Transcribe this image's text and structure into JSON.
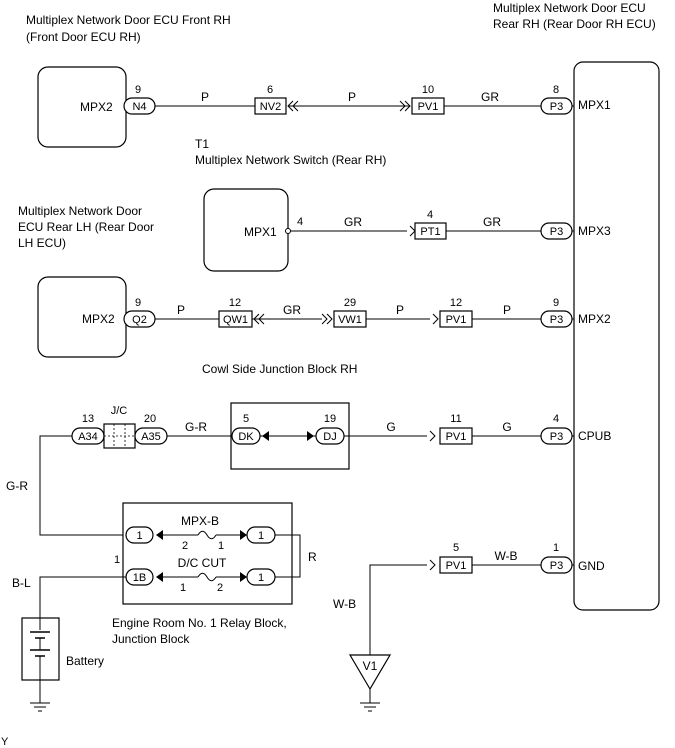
{
  "components": {
    "front_rh_ecu": {
      "title1": "Multiplex Network Door ECU Front RH",
      "title2": "(Front Door ECU RH)",
      "port": "MPX2"
    },
    "rear_rh_ecu": {
      "title1": "Multiplex Network Door ECU",
      "title2": "Rear RH (Rear Door RH ECU)",
      "ports": {
        "mpx1": "MPX1",
        "mpx3": "MPX3",
        "mpx2": "MPX2",
        "cpub": "CPUB",
        "gnd": "GND"
      }
    },
    "switch_t1": {
      "code": "T1",
      "title": "Multiplex Network Switch (Rear RH)",
      "port": "MPX1"
    },
    "rear_lh_ecu": {
      "title1": "Multiplex Network Door",
      "title2": "ECU Rear LH (Rear Door",
      "title3": "LH ECU)",
      "port": "MPX2"
    },
    "cowl_jb": {
      "title": "Cowl Side Junction Block RH"
    },
    "jc": {
      "label": "J/C"
    },
    "relay_block": {
      "title1": "Engine Room No. 1 Relay Block,",
      "title2": "Junction Block",
      "fuse1": "MPX-B",
      "fuse2": "D/C CUT"
    },
    "battery": {
      "label": "Battery"
    },
    "ground": {
      "label": "V1"
    }
  },
  "connectors": {
    "n4": "N4",
    "nv2": "NV2",
    "pv1": "PV1",
    "p3": "P3",
    "pt1": "PT1",
    "q2": "Q2",
    "qw1": "QW1",
    "vw1": "VW1",
    "a34": "A34",
    "a35": "A35",
    "dk": "DK",
    "dj": "DJ",
    "b1": "1",
    "b1b": "1B"
  },
  "pins": {
    "n4": "9",
    "nv2": "6",
    "pv1_a": "10",
    "p3_a": "8",
    "t1": "4",
    "pt1": "4",
    "q2": "9",
    "qw1": "12",
    "vw1": "29",
    "pv1_c": "12",
    "p3_c": "9",
    "a34": "13",
    "a35": "20",
    "dk": "5",
    "dj": "19",
    "pv1_d": "11",
    "p3_d": "4",
    "pv1_e": "5",
    "p3_e": "1",
    "fuse1_left": "2",
    "fuse1_right": "1",
    "fuse2_left": "1",
    "fuse2_right": "2",
    "b1b_top": "1"
  },
  "wires": {
    "p": "P",
    "gr": "GR",
    "g": "G",
    "gr_dash": "G-R",
    "r": "R",
    "wb": "W-B",
    "bl": "B-L"
  },
  "corner_mark": "Y"
}
